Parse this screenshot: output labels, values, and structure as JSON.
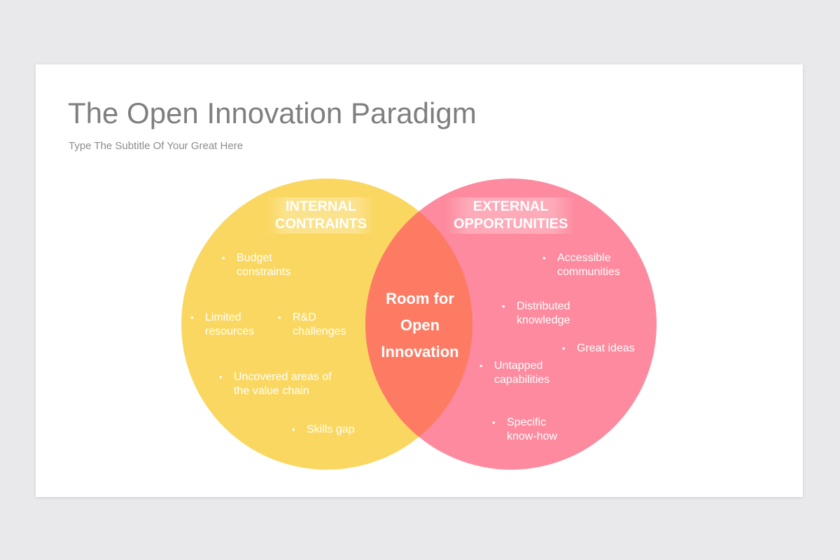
{
  "slide": {
    "title": "The Open Innovation Paradigm",
    "subtitle": "Type The Subtitle Of Your Great Here"
  },
  "diagram": {
    "left_circle": {
      "color": "#fad761",
      "heading_line1": "INTERNAL",
      "heading_line2": "CONTRAINTS",
      "items": [
        {
          "line1": "Budget",
          "line2": "constraints"
        },
        {
          "line1": "Limited",
          "line2": "resources"
        },
        {
          "line1": "R&D",
          "line2": "challenges"
        },
        {
          "line1": "Uncovered areas of",
          "line2": "the value chain"
        },
        {
          "line1": "Skills gap",
          "line2": ""
        }
      ]
    },
    "right_circle": {
      "color": "#fd8a9e",
      "heading_line1": "EXTERNAL",
      "heading_line2": "OPPORTUNITIES",
      "items": [
        {
          "line1": "Accessible",
          "line2": "communities"
        },
        {
          "line1": "Distributed",
          "line2": "knowledge"
        },
        {
          "line1": "Great ideas",
          "line2": ""
        },
        {
          "line1": "Untapped",
          "line2": "capabilities"
        },
        {
          "line1": "Specific",
          "line2": "know-how"
        }
      ]
    },
    "overlap": {
      "color": "#fd7a63",
      "line1": "Room for",
      "line2": "Open",
      "line3": "Innovation"
    }
  }
}
